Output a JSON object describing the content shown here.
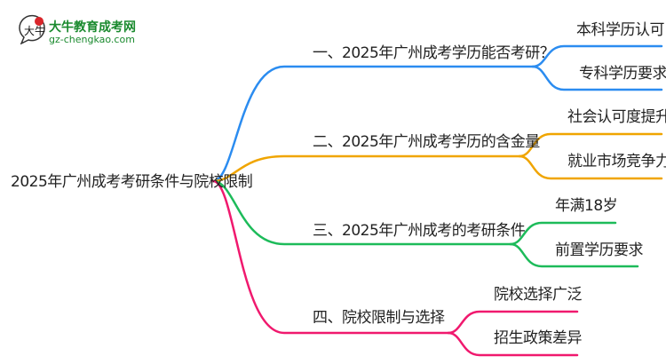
{
  "logo": {
    "title": "大牛教育成考网",
    "url": "gz-chengkao.com",
    "mark_text": "大牛"
  },
  "root": {
    "label": "2025年广州成考考研条件与院校限制"
  },
  "branches": [
    {
      "label": "一、2025年广州成考学历能否考研？",
      "color": "#2b8cf0",
      "children": [
        "本科学历认可",
        "专科学历要求"
      ]
    },
    {
      "label": "二、2025年广州成考学历的含金量",
      "color": "#f0a500",
      "children": [
        "社会认可度提升",
        "就业市场竞争力"
      ]
    },
    {
      "label": "三、2025年广州成考的考研条件",
      "color": "#1dbb5a",
      "children": [
        "年满18岁",
        "前置学历要求"
      ]
    },
    {
      "label": "四、院校限制与选择",
      "color": "#f0196e",
      "children": [
        "院校选择广泛",
        "招生政策差异"
      ]
    }
  ]
}
